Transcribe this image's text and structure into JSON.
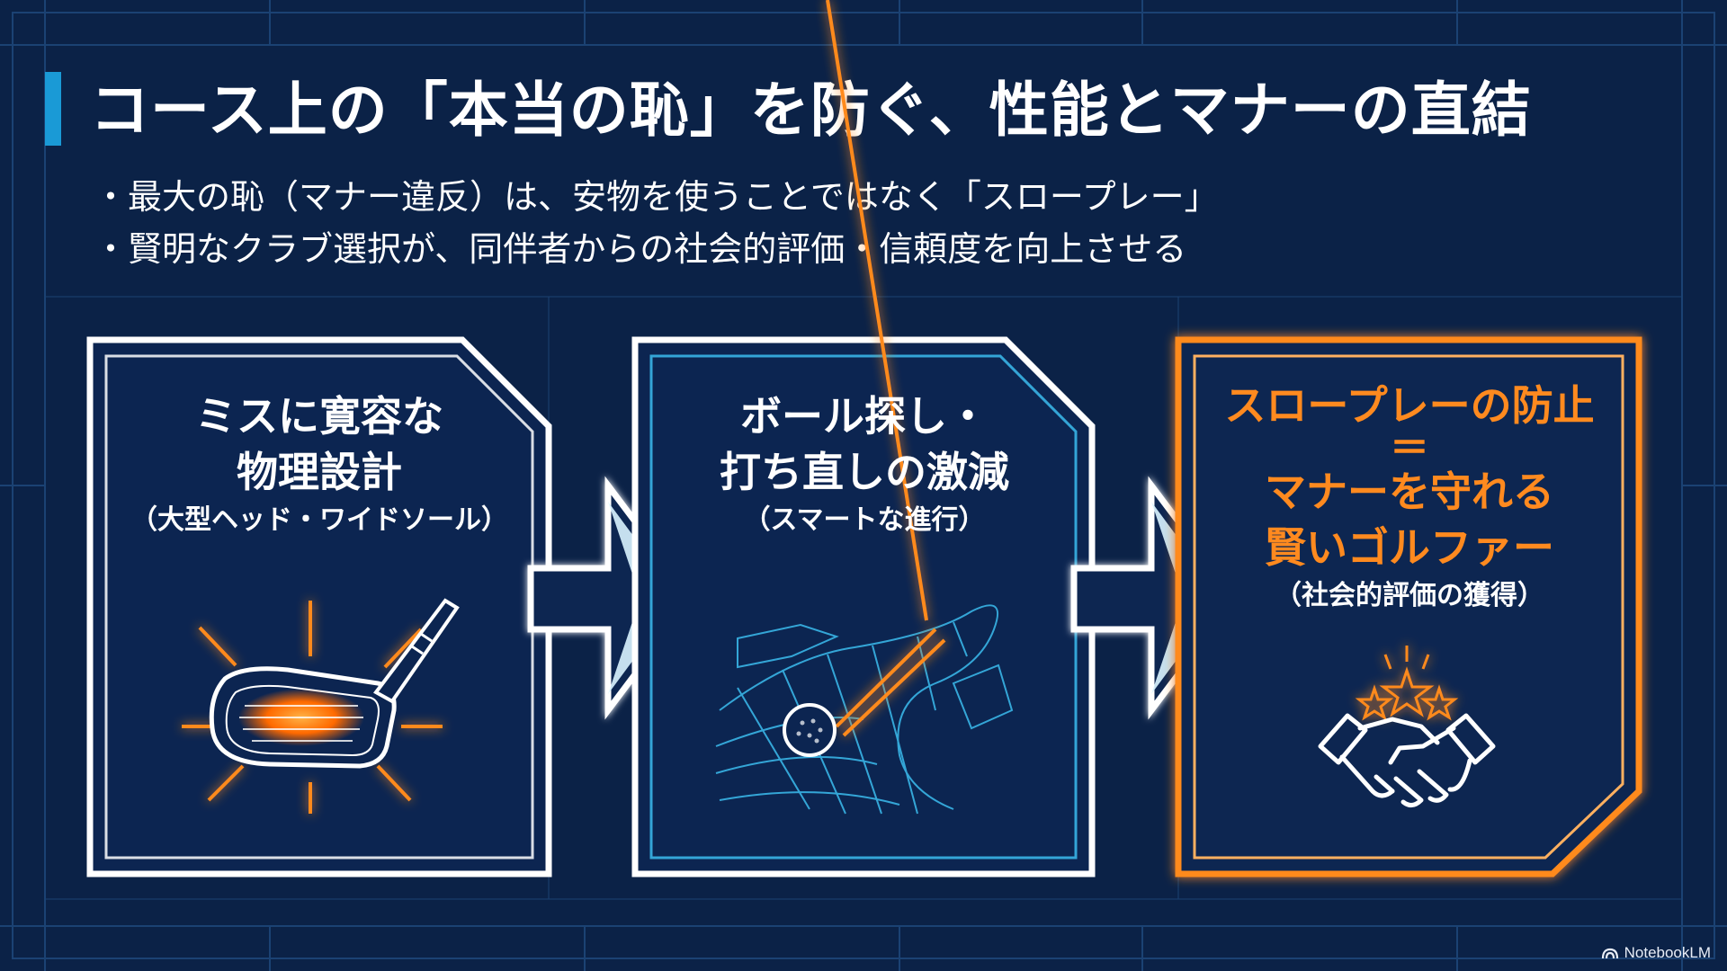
{
  "slide": {
    "title": "コース上の「本当の恥」を防ぐ、性能とマナーの直結",
    "bullets": [
      "・最大の恥（マナー違反）は、安物を使うことではなく「スロープレー」",
      "・賢明なクラブ選択が、同伴者からの社会的評価・信頼度を向上させる"
    ]
  },
  "panels": [
    {
      "title_lines": [
        "ミスに寛容な",
        "物理設計"
      ],
      "subtitle": "（大型ヘッド・ワイドソール）",
      "icon": "golf-driver-head-icon"
    },
    {
      "title_lines": [
        "ボール探し・",
        "打ち直しの激減"
      ],
      "subtitle": "（スマートな進行）",
      "icon": "golf-ball-fairway-icon"
    },
    {
      "title_lines": [
        "スロープレーの防止",
        "＝",
        "マナーを守れる",
        "賢いゴルファー"
      ],
      "subtitle": "（社会的評価の獲得）",
      "icon": "handshake-stars-icon"
    }
  ],
  "branding": {
    "logo_text": "NotebookLM"
  },
  "colors": {
    "background": "#0b2247",
    "accent_orange": "#ff8a1f",
    "accent_blue": "#1a9ad6",
    "outline": "#ffffff"
  }
}
